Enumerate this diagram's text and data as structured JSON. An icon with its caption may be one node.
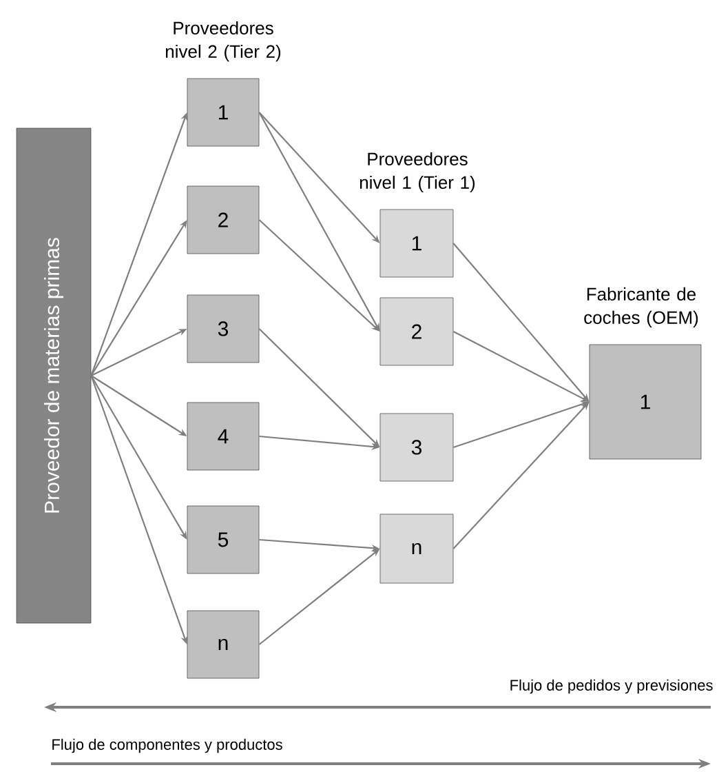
{
  "diagram": {
    "nodes": [
      {
        "text": [
          "Proveedor de materias primas"
        ]
      },
      {
        "text": [
          "1"
        ]
      },
      {
        "text": [
          "2"
        ]
      },
      {
        "text": [
          "3"
        ]
      },
      {
        "text": [
          "4"
        ]
      },
      {
        "text": [
          "5"
        ]
      },
      {
        "text": [
          "n"
        ]
      },
      {
        "text": [
          "1"
        ]
      },
      {
        "text": [
          "2"
        ]
      },
      {
        "text": [
          "3"
        ]
      },
      {
        "text": [
          "n"
        ]
      },
      {
        "text": [
          "Fabricante de coches (OEM)",
          "1"
        ]
      }
    ],
    "edges": [
      {
        "from": 0,
        "to": 1,
        "arrow": "to"
      },
      {
        "from": 0,
        "to": 2,
        "arrow": "to"
      },
      {
        "from": 0,
        "to": 3,
        "arrow": "to"
      },
      {
        "from": 0,
        "to": 4,
        "arrow": "to"
      },
      {
        "from": 0,
        "to": 5,
        "arrow": "to"
      },
      {
        "from": 0,
        "to": 6,
        "arrow": "to"
      },
      {
        "from": 1,
        "to": 7,
        "arrow": "to"
      },
      {
        "from": 1,
        "to": 8,
        "arrow": "to"
      },
      {
        "from": 2,
        "to": 8,
        "arrow": "to"
      },
      {
        "from": 3,
        "to": 9,
        "arrow": "to"
      },
      {
        "from": 4,
        "to": 9,
        "arrow": "to"
      },
      {
        "from": 5,
        "to": 10,
        "arrow": "to"
      },
      {
        "from": 6,
        "to": 10,
        "arrow": "to"
      },
      {
        "from": 7,
        "to": 11,
        "arrow": "to"
      },
      {
        "from": 8,
        "to": 11,
        "arrow": "to"
      },
      {
        "from": 9,
        "to": 11,
        "arrow": "to"
      },
      {
        "from": 10,
        "to": 11,
        "arrow": "to"
      }
    ],
    "labels": [
      "Proveedores nivel 2 (Tier 2)",
      "Proveedores nivel 1 (Tier 1)",
      "Flujo de pedidos y previsiones",
      "Flujo de componentes y productos"
    ]
  }
}
